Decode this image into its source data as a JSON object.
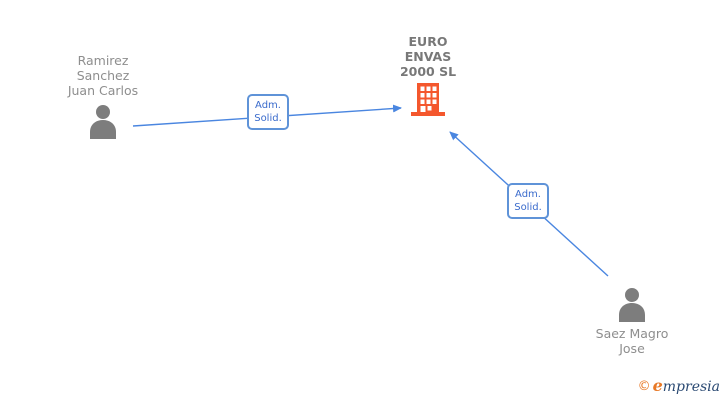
{
  "colors": {
    "edge_blue": "#4a86e0",
    "label_border_blue": "#5f93d8",
    "label_text_blue": "#3a6bcc",
    "person_gray": "#7d7d7d",
    "name_gray": "#8e8e8e",
    "company_gray": "#787878",
    "building_orange": "#f4572d",
    "logo_orange": "#e87825",
    "logo_navy": "#2b4a73"
  },
  "diagram": {
    "people": [
      {
        "id": "ramirez-sanchez-juan-carlos",
        "name_lines": [
          "Ramirez",
          "Sanchez",
          "Juan Carlos"
        ]
      },
      {
        "id": "saez-magro-jose",
        "name_lines": [
          "Saez Magro",
          "Jose"
        ]
      }
    ],
    "company": {
      "name_lines": [
        "EURO",
        "ENVAS",
        "2000 SL"
      ]
    },
    "edges": [
      {
        "from": "Ramirez Sanchez Juan Carlos",
        "to": "EURO ENVAS 2000 SL",
        "label_lines": [
          "Adm.",
          "Solid."
        ]
      },
      {
        "from": "Saez Magro Jose",
        "to": "EURO ENVAS 2000 SL",
        "label_lines": [
          "Adm.",
          "Solid."
        ]
      }
    ]
  },
  "footer": {
    "copyright": "©",
    "brand_e": "e",
    "brand_rest": "mpresia"
  }
}
